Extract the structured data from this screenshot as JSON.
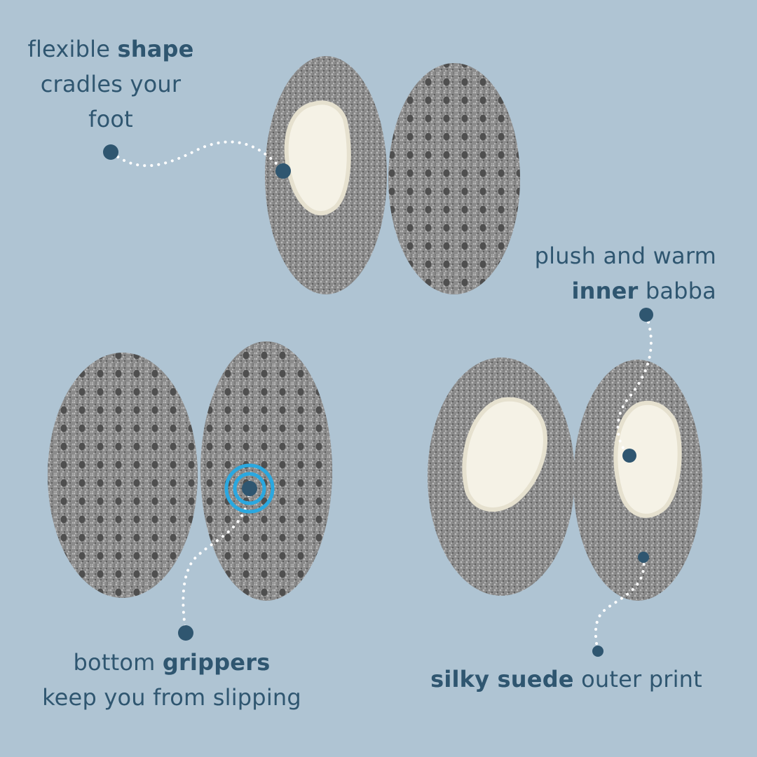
{
  "colors": {
    "background": "#afc4d3",
    "text": "#2f5670",
    "marker": "#2f5670",
    "dots": "#ffffff",
    "target": "#2aa8e0",
    "slipper_fur": "#8e8e8e",
    "lining": "#f5f2e6"
  },
  "callouts": {
    "shape": {
      "pre": "flexible ",
      "bold": "shape",
      "line2": "cradles your",
      "line3": "foot"
    },
    "inner": {
      "line1": "plush and warm",
      "bold": "inner",
      "post": " babba"
    },
    "grippers": {
      "pre": "bottom ",
      "bold": "grippers",
      "line2": "keep you from slipping"
    },
    "suede": {
      "bold": "silky suede",
      "post": " outer print"
    }
  }
}
